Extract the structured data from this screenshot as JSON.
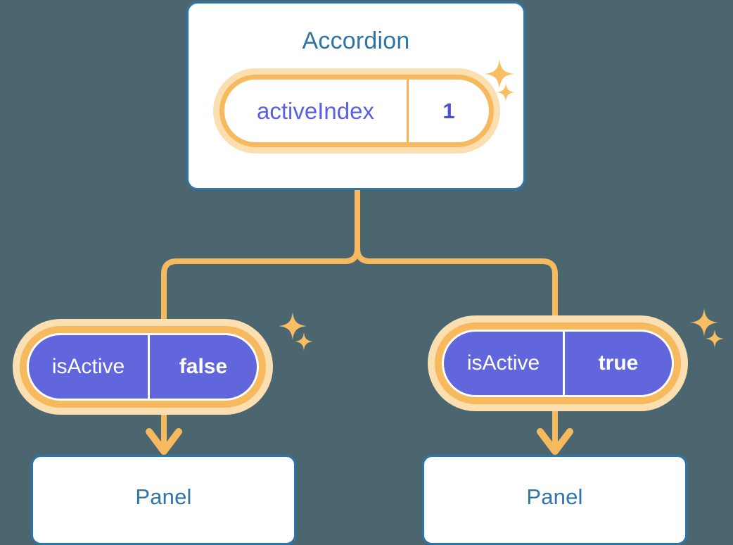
{
  "diagram": {
    "title_node": {
      "label": "Accordion"
    },
    "root_state": {
      "key": "activeIndex",
      "value": "1"
    },
    "children": [
      {
        "id": "left",
        "state_key": "isActive",
        "state_value": "false",
        "node_label": "Panel"
      },
      {
        "id": "right",
        "state_key": "isActive",
        "state_value": "true",
        "node_label": "Panel"
      }
    ],
    "icons": {
      "sparkle": "sparkle-icon",
      "arrow_down": "arrow-down-icon",
      "branch": "branch-connector"
    },
    "colors": {
      "background": "#4c6670",
      "card_border_blue": "#2b76ab",
      "title_blue": "#2e74a8",
      "accent_orange": "#f7b95e",
      "accent_orange_light": "#fbdfb1",
      "state_purple": "#6166dd",
      "root_state_text": "#5b5fe0",
      "card_background": "#ffffff"
    }
  }
}
